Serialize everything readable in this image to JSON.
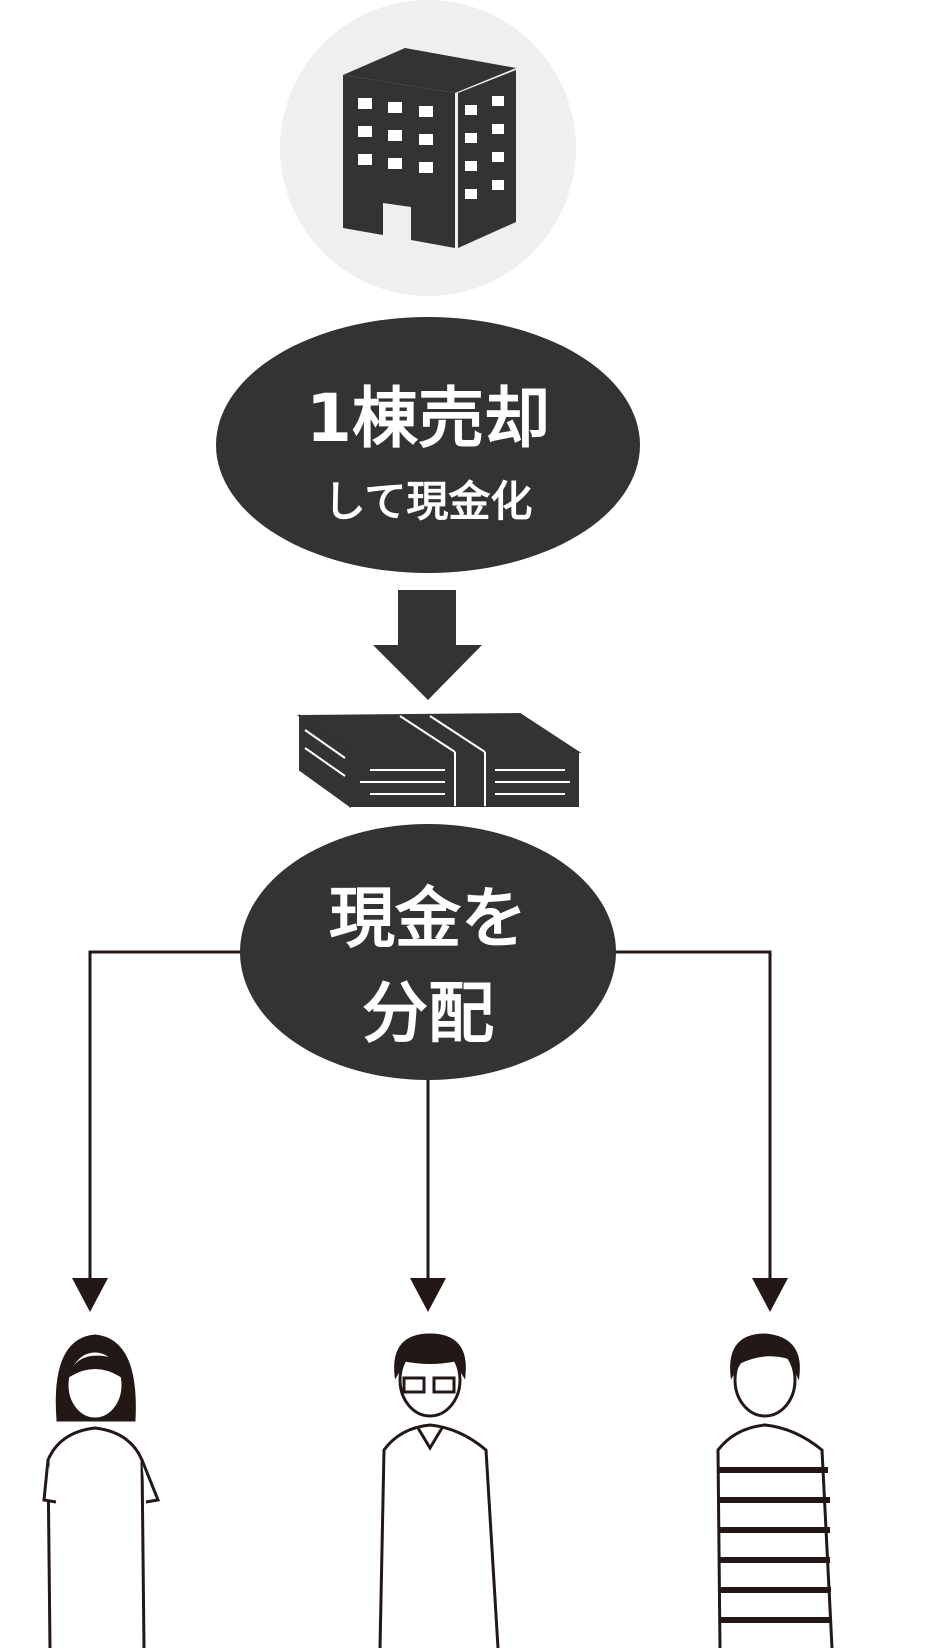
{
  "step1": {
    "title": "1棟売却",
    "subtitle": "して現金化"
  },
  "step2": {
    "line1": "現金を",
    "line2": "分配"
  },
  "icons": [
    "building-icon",
    "cash-bundle-icon",
    "person-woman-icon",
    "person-older-man-icon",
    "person-young-man-icon"
  ],
  "colors": {
    "dark": "#333333",
    "circle_bg": "#efefef",
    "line": "#231815"
  }
}
